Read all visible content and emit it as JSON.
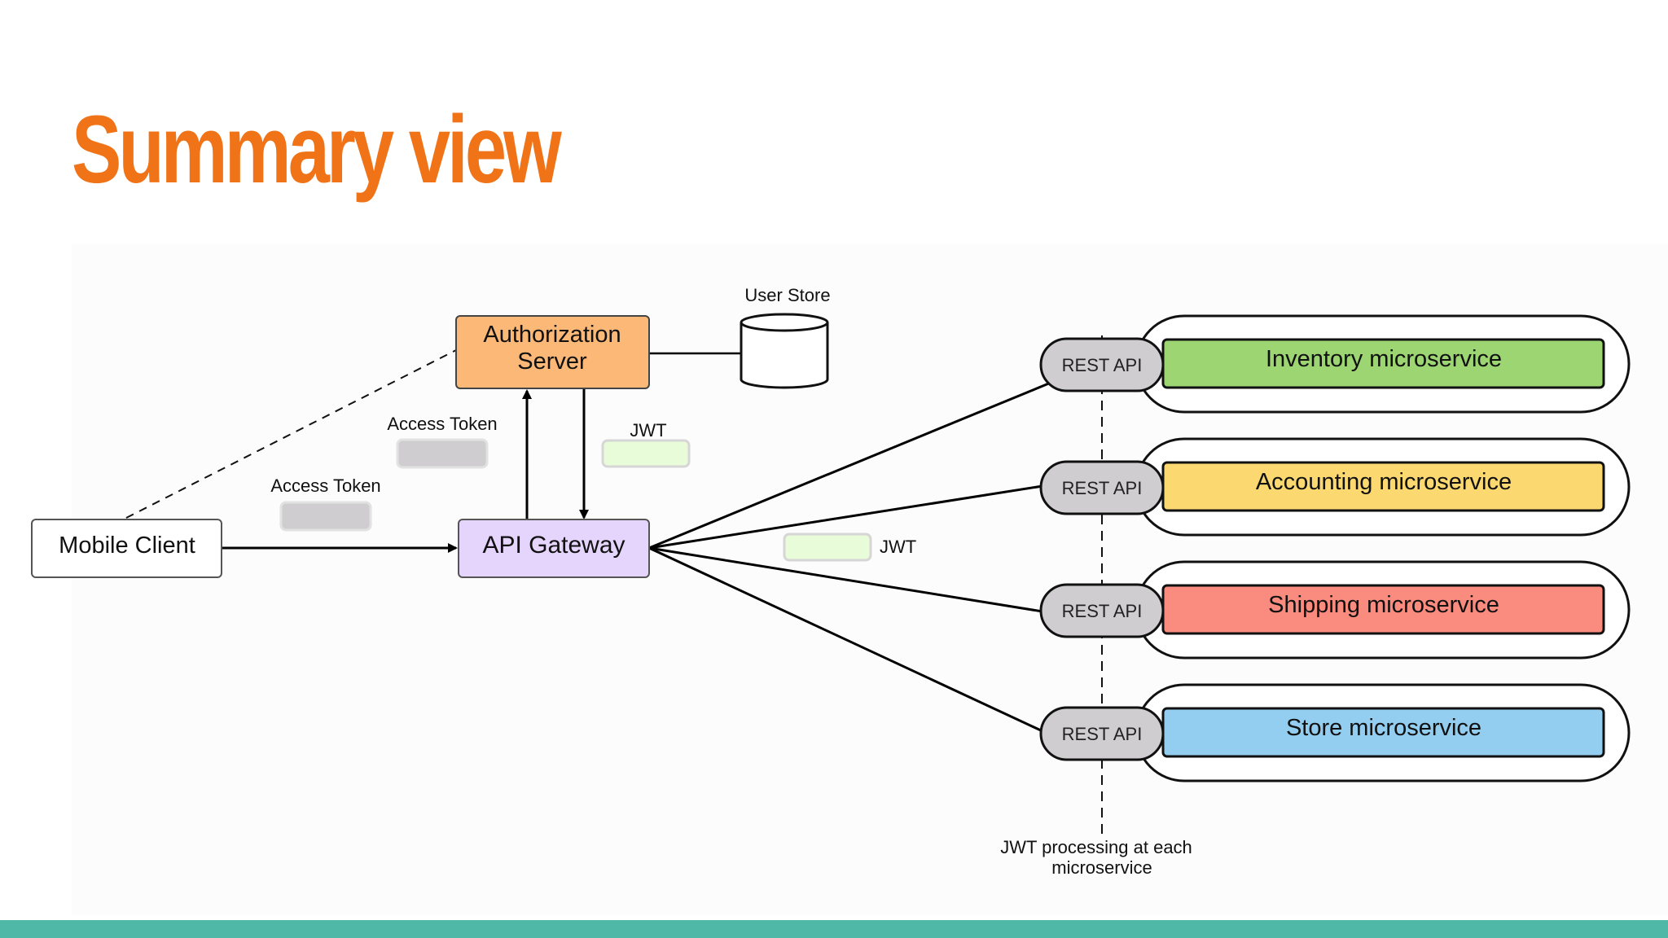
{
  "slide": {
    "title": "Summary view",
    "title_color": "#f07318",
    "footer_color": "#4fb8a6"
  },
  "diagram": {
    "mobile_client": "Mobile Client",
    "api_gateway": "API Gateway",
    "auth_server_line1": "Authorization",
    "auth_server_line2": "Server",
    "user_store": "User Store",
    "access_token_upper": "Access Token",
    "access_token_lower": "Access Token",
    "jwt_upper": "JWT",
    "jwt_middle": "JWT",
    "rest_api": [
      "REST API",
      "REST API",
      "REST API",
      "REST API"
    ],
    "microservices": [
      {
        "label": "Inventory microservice",
        "color": "#9cd572"
      },
      {
        "label": "Accounting microservice",
        "color": "#fbd970"
      },
      {
        "label": "Shipping microservice",
        "color": "#f98b7f"
      },
      {
        "label": "Store microservice",
        "color": "#93cdef"
      }
    ],
    "jwt_processing_line1": "JWT processing at each",
    "jwt_processing_line2": "microservice",
    "colors": {
      "auth_server": "#fbb877",
      "api_gateway": "#e5d4fb",
      "token_gray": "#cfcdd0",
      "jwt_green": "#e9fcd9",
      "rest_api_gray": "#cfcdd0"
    }
  }
}
